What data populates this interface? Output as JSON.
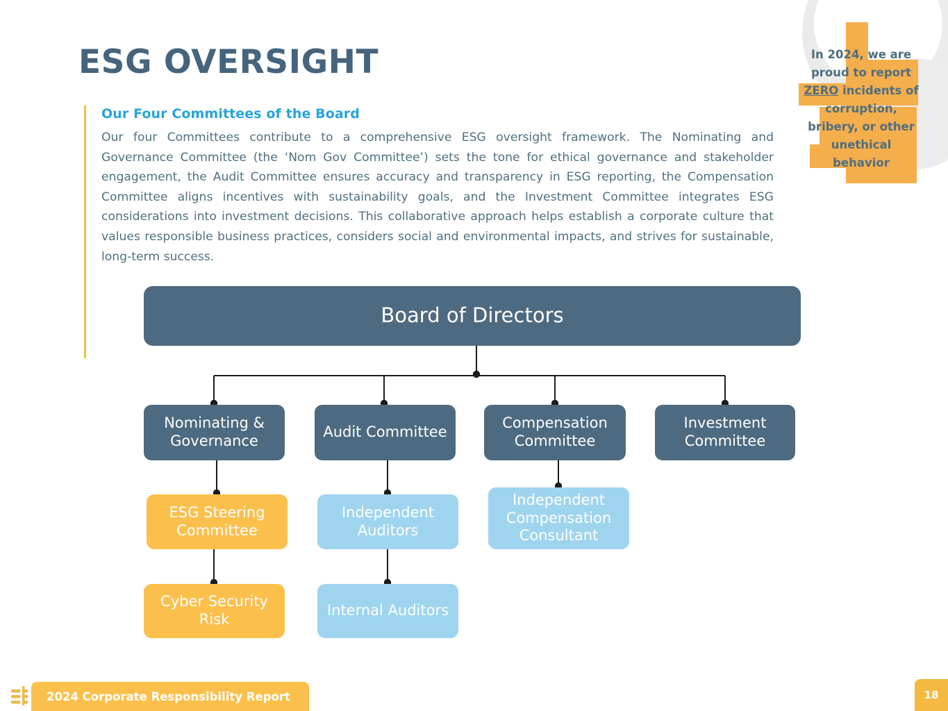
{
  "slide": {
    "title": "ESG OVERSIGHT",
    "page_number": "18"
  },
  "intro": {
    "heading": "Our Four Committees of the Board",
    "body": "Our four Committees contribute to a comprehensive ESG oversight framework. The Nominating and Governance Committee (the ‘Nom Gov Committee’) sets the tone for ethical governance and stakeholder engagement, the Audit Committee ensures accuracy and transparency in ESG reporting, the Compensation Committee aligns incentives with sustainability goals, and the Investment Committee integrates ESG considerations into investment decisions. This collaborative approach helps establish a corporate culture that values responsible business practices, considers social and environmental impacts, and strives for sustainable, long-term success."
  },
  "callout": {
    "line1": "In 2024, we are",
    "line2": "proud to report",
    "zero": "ZERO",
    "line3_rest": " incidents of",
    "line4": "corruption,",
    "line5": "bribery, or other",
    "line6": "unethical",
    "line7": "behavior"
  },
  "org_chart": {
    "root": "Board of Directors",
    "committees": [
      "Nominating & Governance",
      "Audit Committee",
      "Compensation Committee",
      "Investment Committee"
    ],
    "sub_level_1": [
      "ESG Steering Committee",
      "Independent Auditors",
      "Independent Compensation Consultant"
    ],
    "sub_level_2": [
      "Cyber Security Risk",
      "Internal Auditors"
    ]
  },
  "footer": {
    "label": "2024 Corporate Responsibility Report"
  },
  "colors": {
    "slate": "#4d6a80",
    "orange": "#fbbf4c",
    "light_blue": "#9ed4ee",
    "accent_blue": "#28a3db",
    "body_text": "#50707f",
    "callout_orange": "#f5ae4c"
  }
}
